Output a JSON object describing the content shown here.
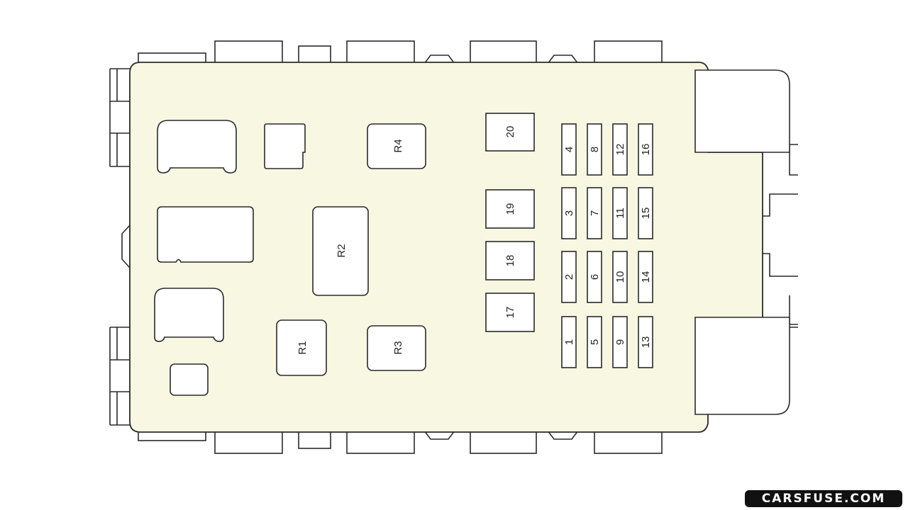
{
  "diagram": {
    "relays": [
      {
        "id": "r4",
        "label": "R4"
      },
      {
        "id": "r2",
        "label": "R2"
      },
      {
        "id": "r1",
        "label": "R1"
      },
      {
        "id": "r3",
        "label": "R3"
      }
    ],
    "large_fuses": [
      {
        "id": "f20",
        "label": "20"
      },
      {
        "id": "f19",
        "label": "19"
      },
      {
        "id": "f18",
        "label": "18"
      },
      {
        "id": "f17",
        "label": "17"
      }
    ],
    "fuse_rows": [
      [
        "4",
        "8",
        "12",
        "16"
      ],
      [
        "3",
        "7",
        "11",
        "15"
      ],
      [
        "2",
        "6",
        "10",
        "14"
      ],
      [
        "1",
        "5",
        "9",
        "13"
      ]
    ],
    "body_color": "#f8f8e2"
  },
  "watermark": "CARSFUSE.COM"
}
